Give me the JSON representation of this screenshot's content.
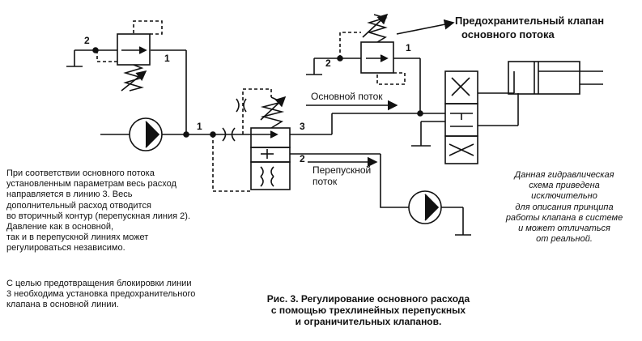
{
  "relief_valve_title": [
    "Предохранительный клапан",
    "основного потока"
  ],
  "line_labels": {
    "n1_top": "1",
    "n2_top": "2",
    "n1_relief": "1",
    "n2_relief": "2",
    "n1_main": "1",
    "n3": "3",
    "n2_bypass": "2"
  },
  "flow_labels": {
    "main_flow": "Основной поток",
    "bypass_flow": [
      "Перепускной",
      "поток"
    ]
  },
  "description_lines": [
    "При соответствии основного потока",
    "установленным параметрам весь расход",
    "направляется в линию 3. Весь",
    "дополнительный расход отводится",
    "во вторичный контур (перепускная линия 2).",
    "Давление как в основной,",
    "так и в перепускной линиях может",
    "регулироваться независимо."
  ],
  "note_lines": [
    "С целью предотвращения блокировки линии",
    "3 необходима установка предохранительного",
    "клапана в основной линии."
  ],
  "disclaimer_lines": [
    "Данная гидравлическая",
    "схема приведена",
    "исключительно",
    "для описания принципа",
    "работы клапана в системе",
    "и может отличаться",
    "от реальной."
  ],
  "caption_lines": [
    "Рис. 3. Регулирование основного расхода",
    "с помощью трехлинейных перепускных",
    "и ограничительных клапанов."
  ]
}
